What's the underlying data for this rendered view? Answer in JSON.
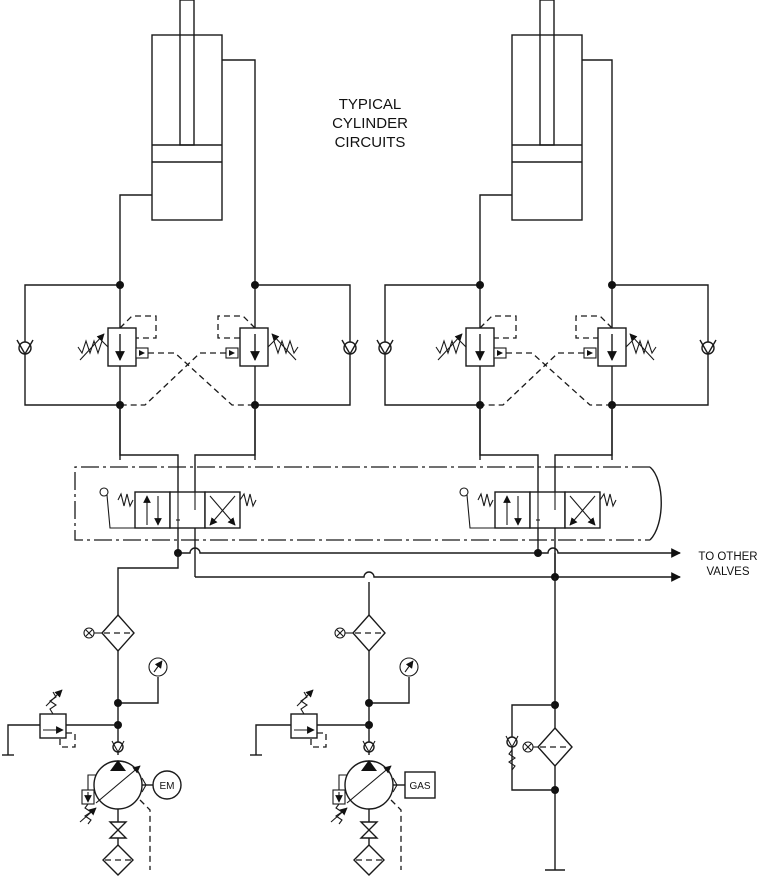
{
  "title": {
    "line1": "TYPICAL",
    "line2": "CYLINDER",
    "line3": "CIRCUITS"
  },
  "flow_note": {
    "line1": "TO OTHER",
    "line2": "VALVES"
  },
  "prime_movers": {
    "electric_motor": "EM",
    "engine": "GAS"
  },
  "colors": {
    "ink": "#1a1a1a",
    "background": "#ffffff"
  }
}
